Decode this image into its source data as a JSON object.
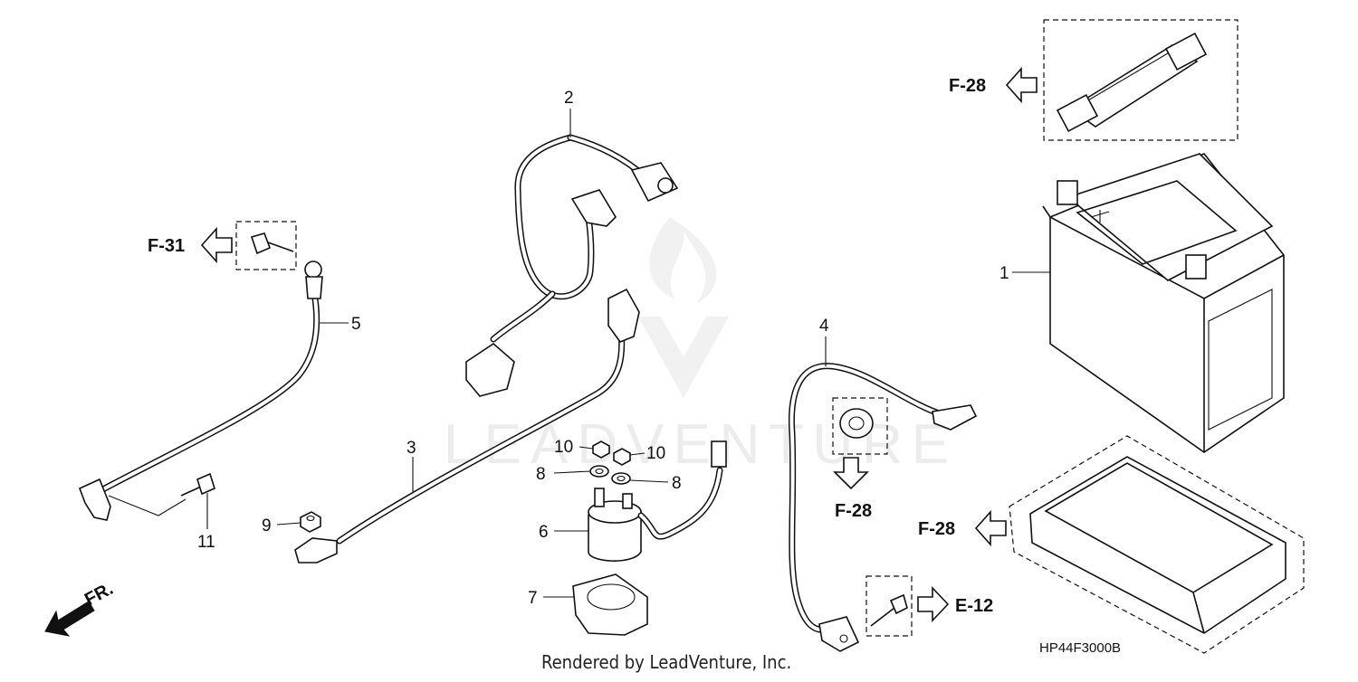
{
  "diagram": {
    "watermark": "LEADVENTURE",
    "credit": "Rendered by LeadVenture, Inc.",
    "drawing_code": "HP44F3000B",
    "front_marker": "FR."
  },
  "callouts": {
    "c1": "1",
    "c2": "2",
    "c3": "3",
    "c4": "4",
    "c5": "5",
    "c6": "6",
    "c7": "7",
    "c8a": "8",
    "c8b": "8",
    "c9": "9",
    "c10a": "10",
    "c10b": "10",
    "c11": "11"
  },
  "refs": {
    "f28_strap": "F-28",
    "f31_bolt": "F-31",
    "f28_grommet": "F-28",
    "f28_tray": "F-28",
    "e12_bolt": "E-12"
  }
}
